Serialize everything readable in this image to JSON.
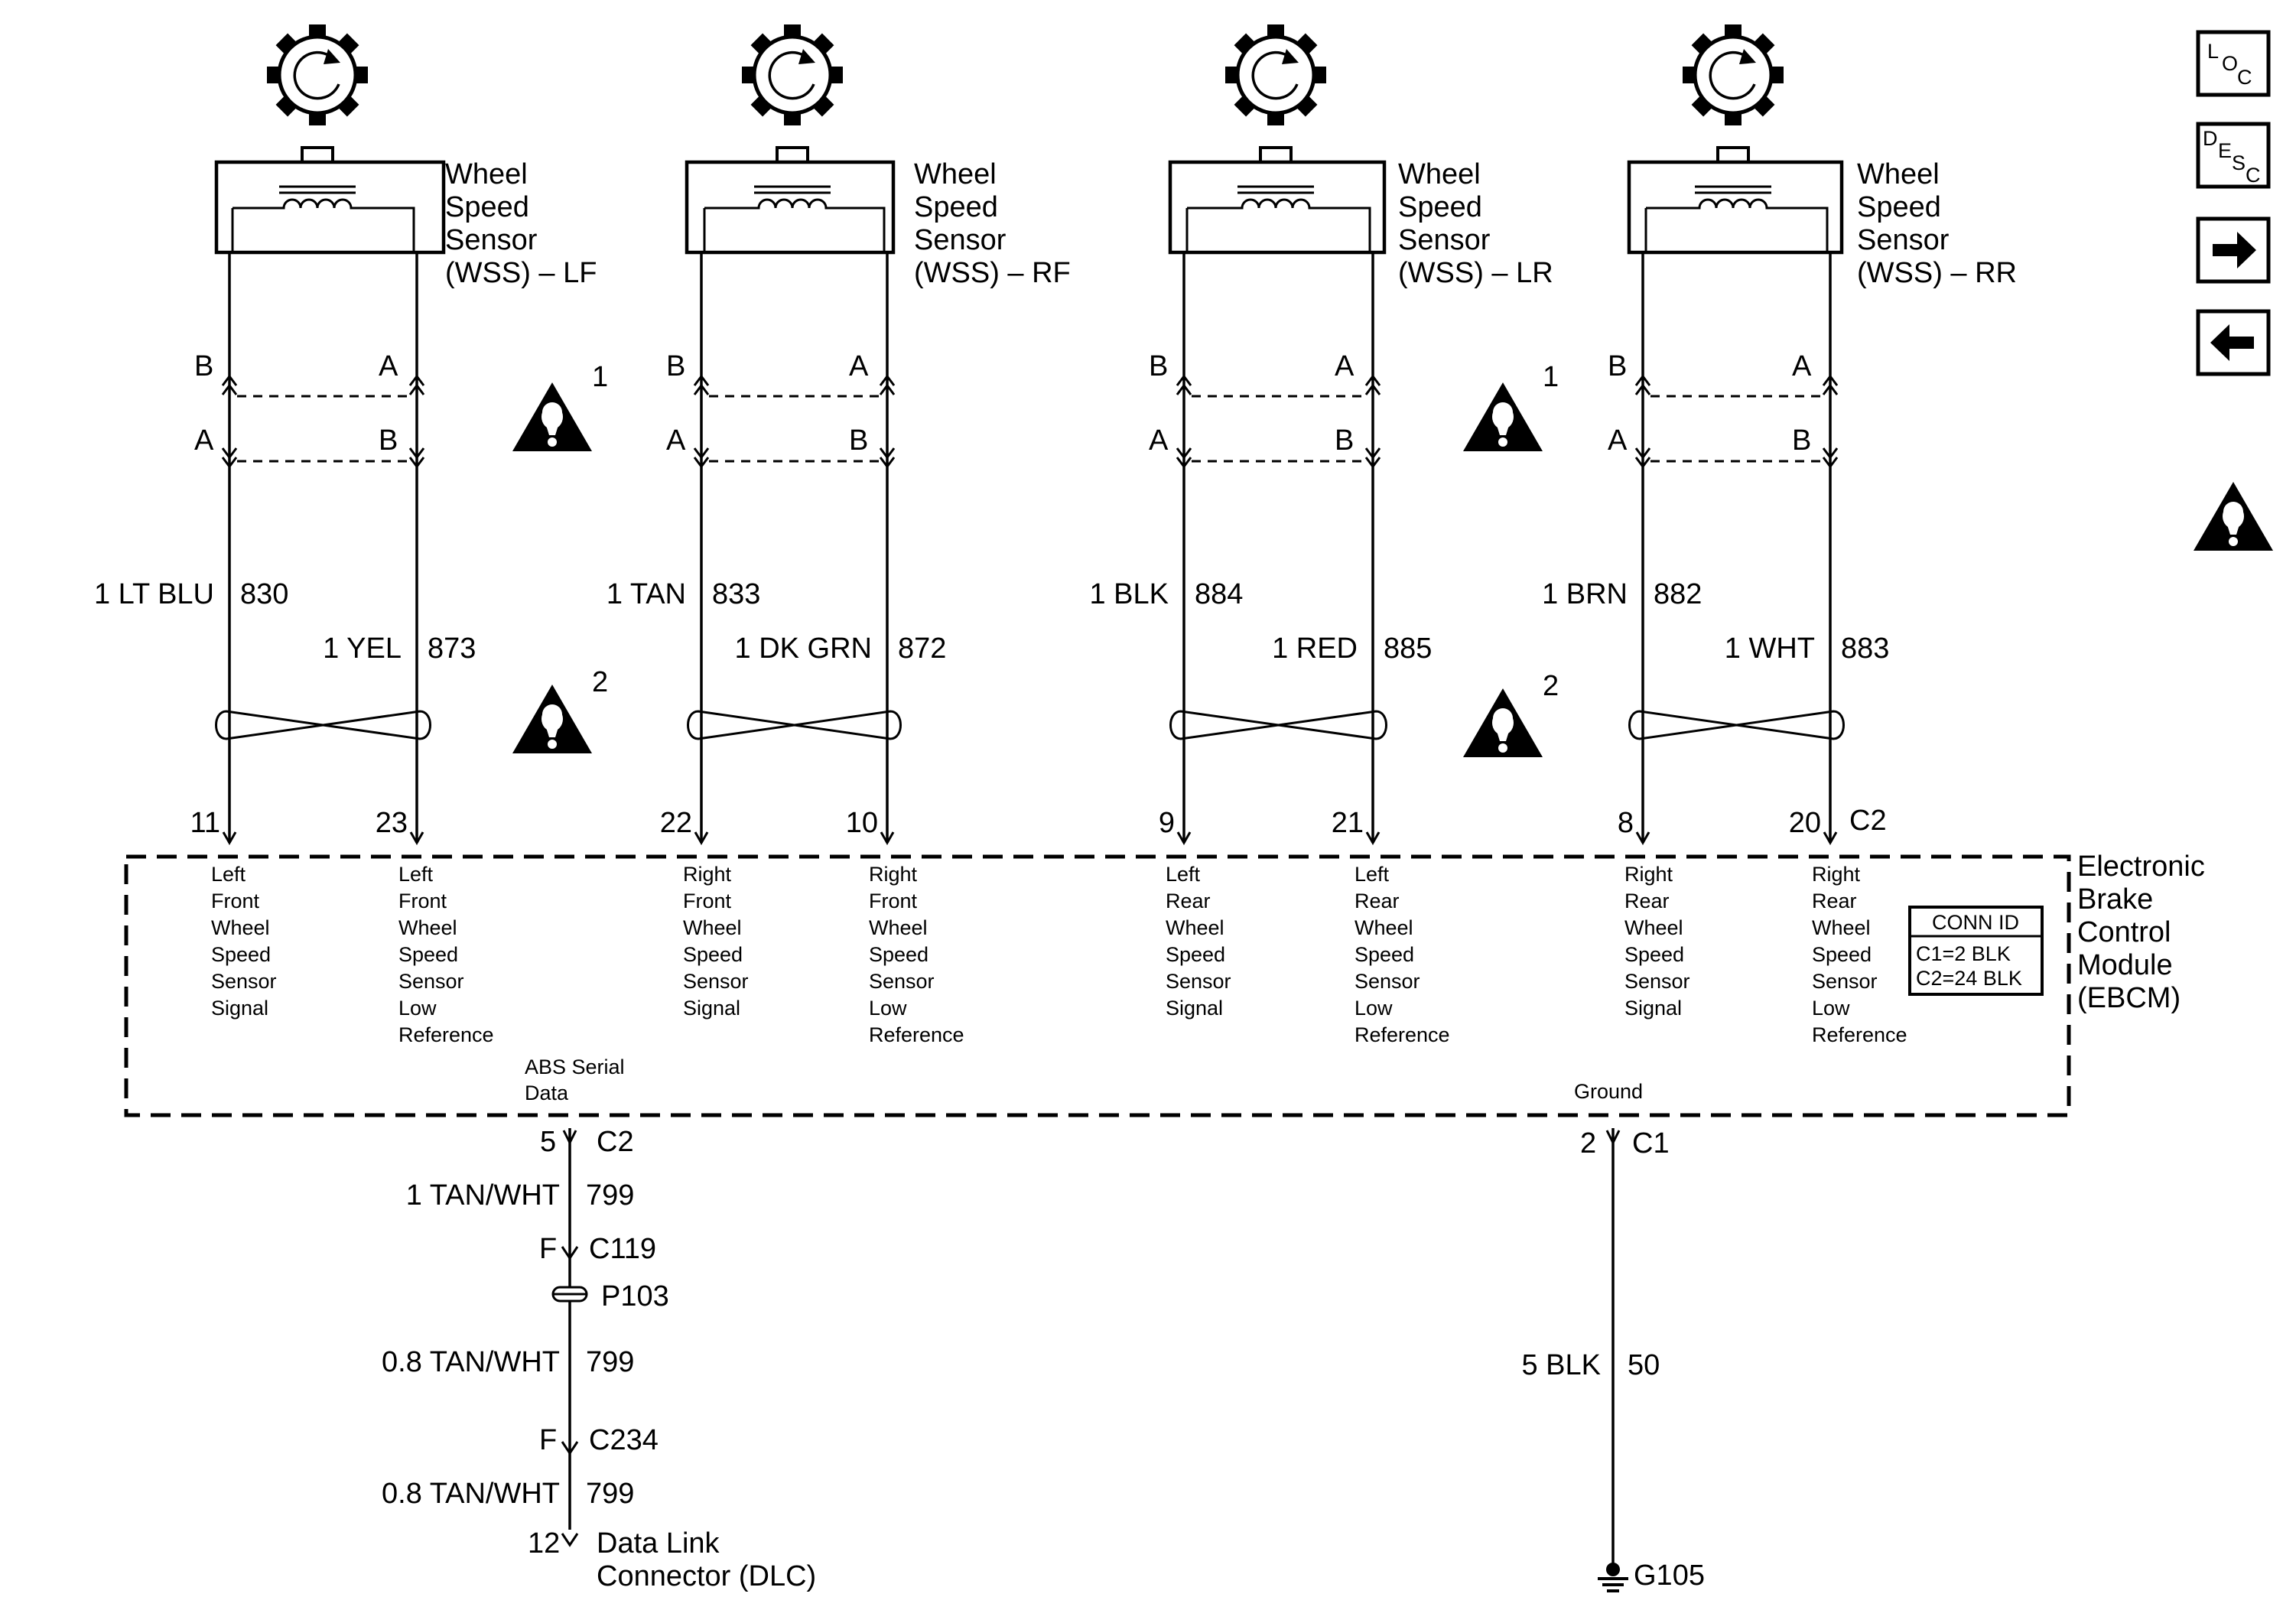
{
  "sensors": [
    {
      "name": [
        "Wheel",
        "Speed",
        "Sensor",
        "(WSS) – LF"
      ],
      "pins": {
        "upper": [
          "B",
          "A"
        ],
        "lower": [
          "A",
          "B"
        ]
      },
      "wires": [
        {
          "gauge": "1 LT BLU",
          "circuit": "830"
        },
        {
          "gauge": "1 YEL",
          "circuit": "873"
        }
      ],
      "ecu_pins": [
        "11",
        "23"
      ],
      "signals": [
        [
          "Left",
          "Front",
          "Wheel",
          "Speed",
          "Sensor",
          "Signal"
        ],
        [
          "Left",
          "Front",
          "Wheel",
          "Speed",
          "Sensor",
          "Low",
          "Reference"
        ]
      ],
      "caution": [
        "1",
        "2"
      ]
    },
    {
      "name": [
        "Wheel",
        "Speed",
        "Sensor",
        "(WSS) – RF"
      ],
      "pins": {
        "upper": [
          "B",
          "A"
        ],
        "lower": [
          "A",
          "B"
        ]
      },
      "wires": [
        {
          "gauge": "1 TAN",
          "circuit": "833"
        },
        {
          "gauge": "1 DK GRN",
          "circuit": "872"
        }
      ],
      "ecu_pins": [
        "22",
        "10"
      ],
      "signals": [
        [
          "Right",
          "Front",
          "Wheel",
          "Speed",
          "Sensor",
          "Signal"
        ],
        [
          "Right",
          "Front",
          "Wheel",
          "Speed",
          "Sensor",
          "Low",
          "Reference"
        ]
      ],
      "caution": []
    },
    {
      "name": [
        "Wheel",
        "Speed",
        "Sensor",
        "(WSS) – LR"
      ],
      "pins": {
        "upper": [
          "B",
          "A"
        ],
        "lower": [
          "A",
          "B"
        ]
      },
      "wires": [
        {
          "gauge": "1 BLK",
          "circuit": "884"
        },
        {
          "gauge": "1 RED",
          "circuit": "885"
        }
      ],
      "ecu_pins": [
        "9",
        "21"
      ],
      "signals": [
        [
          "Left",
          "Rear",
          "Wheel",
          "Speed",
          "Sensor",
          "Signal"
        ],
        [
          "Left",
          "Rear",
          "Wheel",
          "Speed",
          "Sensor",
          "Low",
          "Reference"
        ]
      ],
      "caution": [
        "1",
        "2"
      ]
    },
    {
      "name": [
        "Wheel",
        "Speed",
        "Sensor",
        "(WSS) – RR"
      ],
      "pins": {
        "upper": [
          "B",
          "A"
        ],
        "lower": [
          "A",
          "B"
        ]
      },
      "wires": [
        {
          "gauge": "1 BRN",
          "circuit": "882"
        },
        {
          "gauge": "1 WHT",
          "circuit": "883"
        }
      ],
      "ecu_pins": [
        "8",
        "20"
      ],
      "signals": [
        [
          "Right",
          "Rear",
          "Wheel",
          "Speed",
          "Sensor",
          "Signal"
        ],
        [
          "Right",
          "Rear",
          "Wheel",
          "Speed",
          "Sensor",
          "Low",
          "Reference"
        ]
      ],
      "caution": []
    }
  ],
  "ecu_connector_label": "C2",
  "module": {
    "name": [
      "Electronic",
      "Brake",
      "Control",
      "Module",
      "(EBCM)"
    ],
    "conn_id": {
      "title": "CONN ID",
      "lines": [
        "C1=2 BLK",
        "C2=24 BLK"
      ]
    },
    "abs_serial": [
      "ABS Serial",
      "Data"
    ],
    "ground": "Ground"
  },
  "data_circuit": {
    "pin": "5",
    "connector": "C2",
    "wire1": {
      "gauge": "1 TAN/WHT",
      "circuit": "799"
    },
    "c119": {
      "pin": "F",
      "name": "C119"
    },
    "splice": "P103",
    "wire2": {
      "gauge": "0.8 TAN/WHT",
      "circuit": "799"
    },
    "c234": {
      "pin": "F",
      "name": "C234"
    },
    "wire3": {
      "gauge": "0.8 TAN/WHT",
      "circuit": "799"
    },
    "dlc_pin": "12",
    "dlc": [
      "Data Link",
      "Connector (DLC)"
    ]
  },
  "ground_circuit": {
    "pin": "2",
    "connector": "C1",
    "wire": {
      "gauge": "5 BLK",
      "circuit": "50"
    },
    "ground_name": "G105"
  },
  "nav": {
    "loc": [
      "L",
      "O",
      "C"
    ],
    "desc": [
      "D",
      "E",
      "S",
      "C"
    ],
    "forward_icon": "arrow-right-icon",
    "back_icon": "arrow-left-icon",
    "caution_icon": "caution-icon"
  }
}
